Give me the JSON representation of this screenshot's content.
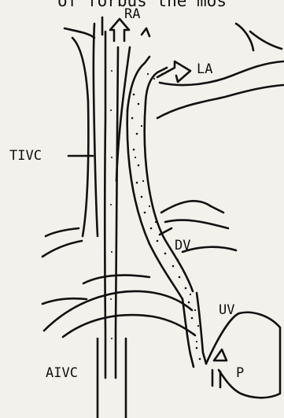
{
  "caption_fragment": "of forbus the mos",
  "labels": {
    "ra": "RA",
    "la": "LA",
    "tivc": "TIVC",
    "dv": "DV",
    "uv": "UV",
    "aivc": "AIVC",
    "p": "P"
  },
  "colors": {
    "ink": "#111111",
    "paper": "#f3f1ec"
  }
}
